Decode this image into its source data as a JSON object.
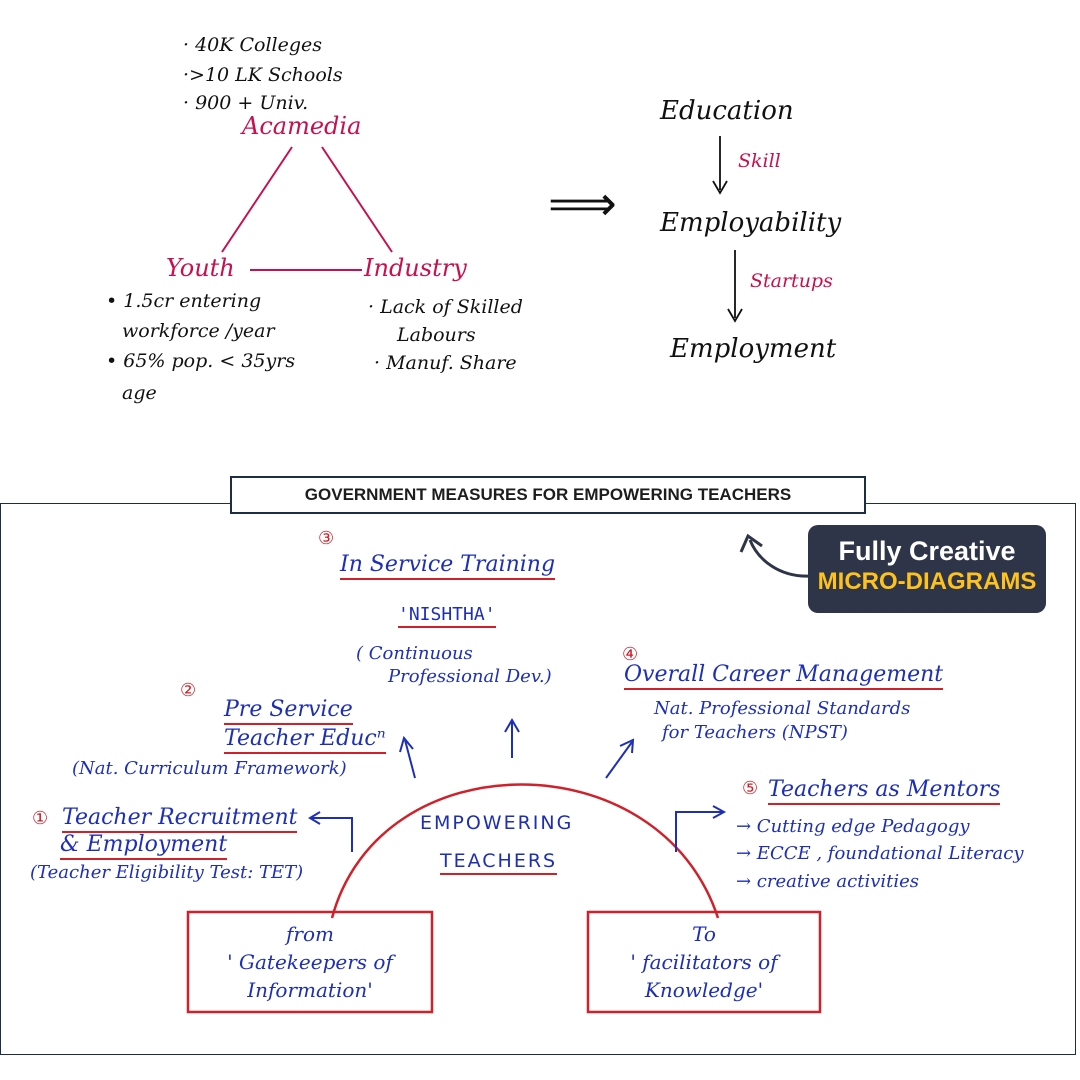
{
  "top_diagram": {
    "academia": {
      "label": "Acamedia",
      "facts": [
        "· 40K Colleges",
        "·>10 LK Schools",
        "· 900 + Univ."
      ]
    },
    "youth": {
      "label": "Youth",
      "facts": [
        "• 1.5cr entering",
        "workforce /year",
        "• 65% pop. < 35yrs",
        "age"
      ]
    },
    "industry": {
      "label": "Industry",
      "facts": [
        "· Lack of Skilled",
        "Labours",
        "· Manuf. Share"
      ]
    },
    "implies_arrow": "⟹",
    "flow": {
      "steps": [
        "Education",
        "Employability",
        "Employment"
      ],
      "links": [
        "Skill",
        "Startups"
      ]
    }
  },
  "panel": {
    "title": "GOVERNMENT MEASURES FOR EMPOWERING TEACHERS",
    "badge": {
      "line1": "Fully Creative",
      "line2": "MICRO-DIAGRAMS"
    },
    "center": {
      "line1": "EMPOWERING",
      "line2": "TEACHERS"
    },
    "measures": [
      {
        "num": "①",
        "title_line1": "Teacher Recruitment",
        "title_line2": "& Employment",
        "detail": "(Teacher Eligibility Test: TET)"
      },
      {
        "num": "②",
        "title_line1": "Pre Service",
        "title_line2": "Teacher Educⁿ",
        "detail": "(Nat. Curriculum Framework)"
      },
      {
        "num": "③",
        "title_line1": "In Service Training",
        "scheme": "'NISHTHA'",
        "detail_line1": "( Continuous",
        "detail_line2": "Professional Dev.)"
      },
      {
        "num": "④",
        "title_line1": "Overall Career Management",
        "detail_line1": "Nat. Professional Standards",
        "detail_line2": "for Teachers (NPST)"
      },
      {
        "num": "⑤",
        "title_line1": "Teachers as Mentors",
        "bullets": [
          "→ Cutting edge Pedagogy",
          "→ ECCE , foundational Literacy",
          "→ creative activities"
        ]
      }
    ],
    "from_box": {
      "line1": "from",
      "line2": "' Gatekeepers of",
      "line3": "Information'"
    },
    "to_box": {
      "line1": "To",
      "line2": "' facilitators of",
      "line3": "Knowledge'"
    }
  },
  "colors": {
    "ink_black": "#111111",
    "ink_magenta": "#c8104f",
    "ink_blue": "#1d2fb8",
    "marker_red": "#d0202a",
    "badge_bg": "#2e3548",
    "badge_accent": "#ffc21a"
  }
}
